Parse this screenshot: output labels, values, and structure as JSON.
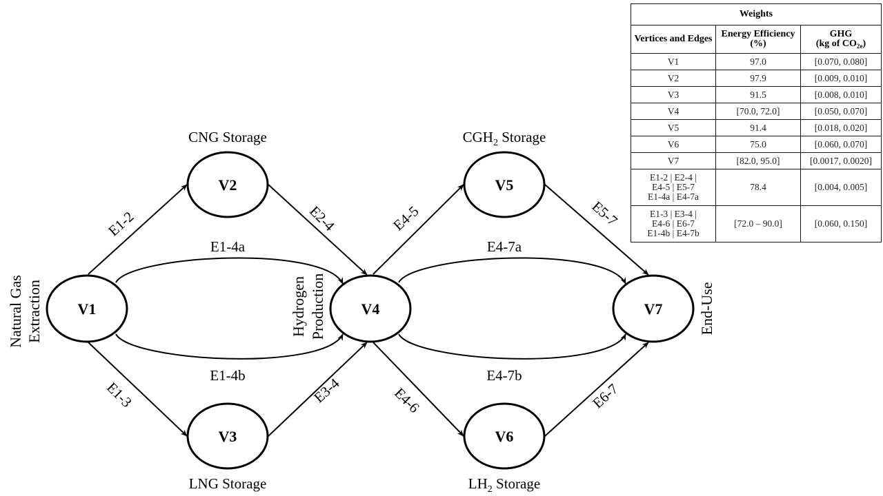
{
  "nodes": [
    {
      "id": "V1",
      "label": "V1",
      "stage": "Natural Gas Extraction",
      "stage_lines": [
        "Natural Gas",
        "Extraction"
      ]
    },
    {
      "id": "V2",
      "label": "V2",
      "storage": "CNG Storage"
    },
    {
      "id": "V3",
      "label": "V3",
      "storage": "LNG Storage"
    },
    {
      "id": "V4",
      "label": "V4",
      "stage": "Hydrogen Production",
      "stage_lines": [
        "Hydrogen",
        "Production"
      ]
    },
    {
      "id": "V5",
      "label": "V5",
      "storage_prefix": "CGH",
      "storage_sub": "2",
      "storage_suffix": " Storage"
    },
    {
      "id": "V6",
      "label": "V6",
      "storage_prefix": "LH",
      "storage_sub": "2",
      "storage_suffix": " Storage"
    },
    {
      "id": "V7",
      "label": "V7",
      "stage": "End-Use",
      "stage_lines": [
        "End-Use"
      ]
    }
  ],
  "edges": [
    {
      "id": "E1-2",
      "label": "E1-2",
      "from": "V1",
      "to": "V2"
    },
    {
      "id": "E1-3",
      "label": "E1-3",
      "from": "V1",
      "to": "V3"
    },
    {
      "id": "E1-4a",
      "label": "E1-4a",
      "from": "V1",
      "to": "V4"
    },
    {
      "id": "E1-4b",
      "label": "E1-4b",
      "from": "V1",
      "to": "V4"
    },
    {
      "id": "E2-4",
      "label": "E2-4",
      "from": "V2",
      "to": "V4"
    },
    {
      "id": "E3-4",
      "label": "E3-4",
      "from": "V3",
      "to": "V4"
    },
    {
      "id": "E4-5",
      "label": "E4-5",
      "from": "V4",
      "to": "V5"
    },
    {
      "id": "E4-6",
      "label": "E4-6",
      "from": "V4",
      "to": "V6"
    },
    {
      "id": "E4-7a",
      "label": "E4-7a",
      "from": "V4",
      "to": "V7"
    },
    {
      "id": "E4-7b",
      "label": "E4-7b",
      "from": "V4",
      "to": "V7"
    },
    {
      "id": "E5-7",
      "label": "E5-7",
      "from": "V5",
      "to": "V7"
    },
    {
      "id": "E6-7",
      "label": "E6-7",
      "from": "V6",
      "to": "V7"
    }
  ],
  "table": {
    "title": "Weights",
    "headers": {
      "col1": "Vertices and Edges",
      "col2": "Energy Efficiency (%)",
      "col3_prefix": "GHG",
      "col3_unit_prefix": "(kg of CO",
      "col3_unit_sub": "2e",
      "col3_unit_suffix": ")"
    },
    "rows": [
      {
        "item": "V1",
        "efficiency": "97.0",
        "ghg": "[0.070, 0.080]"
      },
      {
        "item": "V2",
        "efficiency": "97.9",
        "ghg": "[0.009, 0.010]"
      },
      {
        "item": "V3",
        "efficiency": "91.5",
        "ghg": "[0.008, 0.010]"
      },
      {
        "item": "V4",
        "efficiency": "[70.0, 72.0]",
        "ghg": "[0.050, 0.070]"
      },
      {
        "item": "V5",
        "efficiency": "91.4",
        "ghg": "[0.018, 0.020]"
      },
      {
        "item": "V6",
        "efficiency": "75.0",
        "ghg": "[0.060, 0.070]"
      },
      {
        "item": "V7",
        "efficiency": "[82.0, 95.0]",
        "ghg": "[0.0017, 0.0020]"
      }
    ],
    "edge_rows": [
      {
        "item_lines": [
          "E1-2 | E2-4 |",
          "E4-5 | E5-7",
          "E1-4a | E4-7a"
        ],
        "efficiency": "78.4",
        "ghg": "[0.004, 0.005]"
      },
      {
        "item_lines": [
          "E1-3 | E3-4 |",
          "E4-6 | E6-7",
          "E1-4b | E4-7b"
        ],
        "efficiency": "[72.0 – 90.0]",
        "ghg": "[0.060, 0.150]"
      }
    ]
  }
}
